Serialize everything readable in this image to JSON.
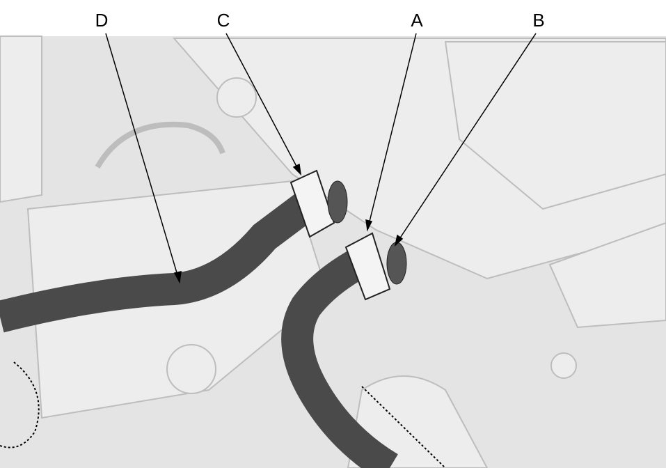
{
  "callouts": {
    "a": "A",
    "b": "B",
    "c": "C",
    "d": "D"
  },
  "colors": {
    "background": "#e4e4e4",
    "component_fill": "#ededed",
    "component_stroke": "#bdbdbd",
    "hose": "#4a4a4a",
    "leader": "#000000"
  }
}
